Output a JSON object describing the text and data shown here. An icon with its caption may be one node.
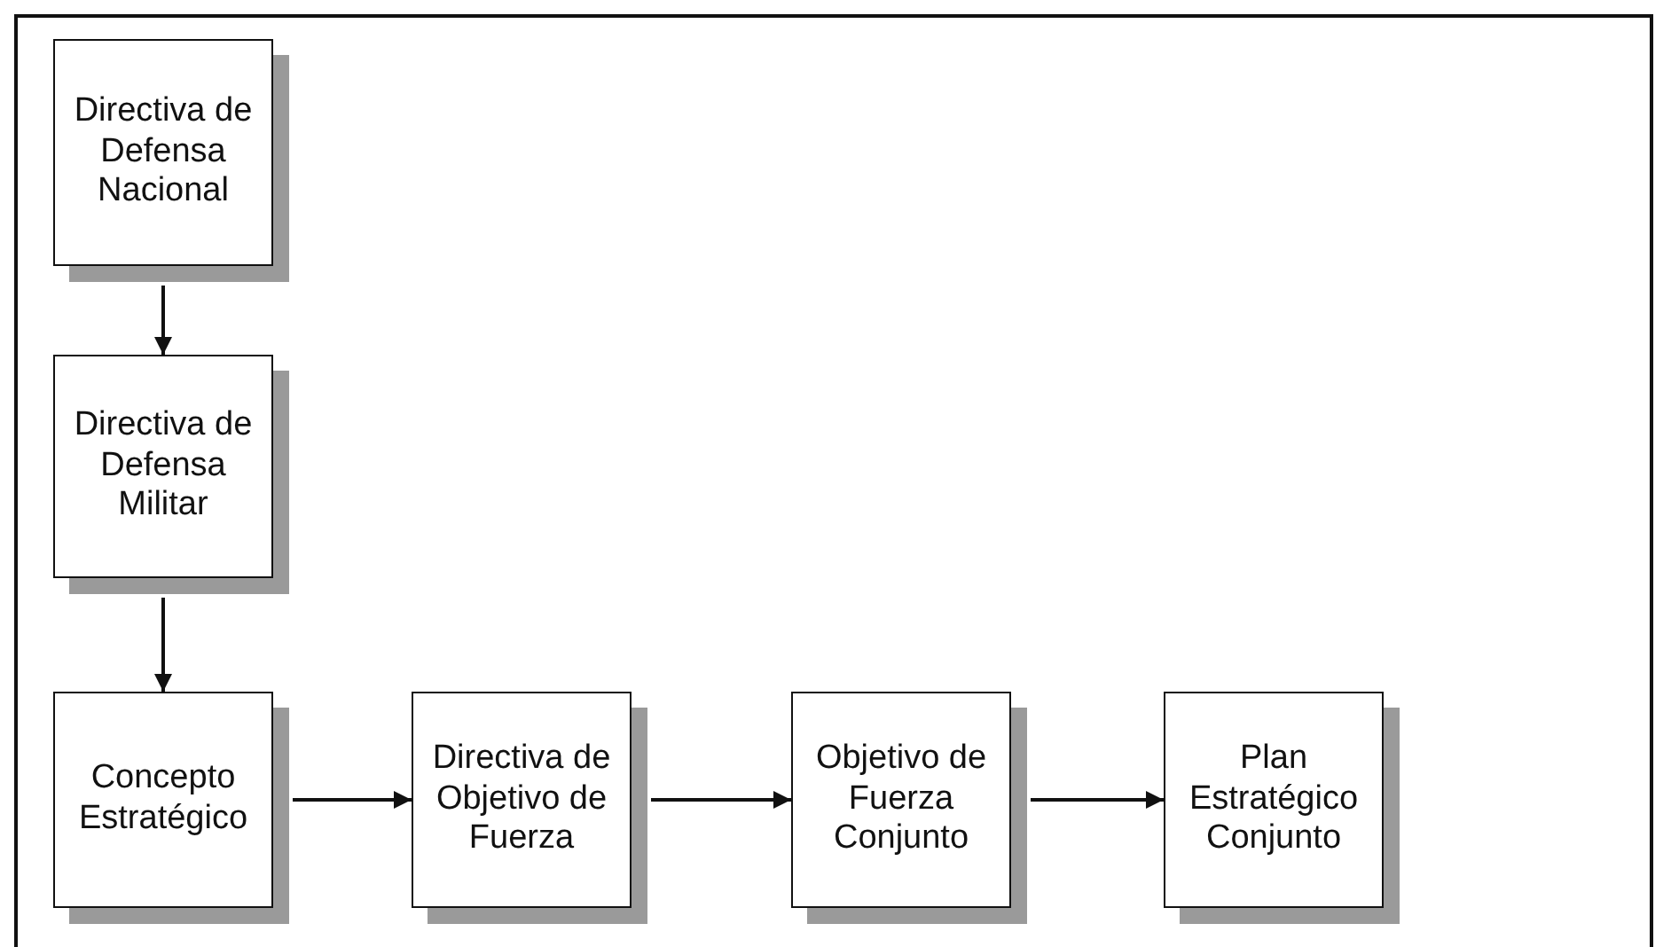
{
  "diagram": {
    "nodes": [
      {
        "text": [
          "Directiva de Defensa Nacional"
        ]
      },
      {
        "text": [
          "Directiva de Defensa Militar"
        ]
      },
      {
        "text": [
          "Concepto Estratégico"
        ]
      },
      {
        "text": [
          "Directiva de Objetivo de Fuerza"
        ]
      },
      {
        "text": [
          "Objetivo de Fuerza Conjunto"
        ]
      },
      {
        "text": [
          "Plan Estratégico Conjunto"
        ]
      }
    ],
    "edges": [
      {
        "from": 0,
        "to": 1,
        "arrow": "to"
      },
      {
        "from": 1,
        "to": 2,
        "arrow": "to"
      },
      {
        "from": 2,
        "to": 3,
        "arrow": "to"
      },
      {
        "from": 3,
        "to": 4,
        "arrow": "to"
      },
      {
        "from": 4,
        "to": 5,
        "arrow": "to"
      }
    ]
  }
}
